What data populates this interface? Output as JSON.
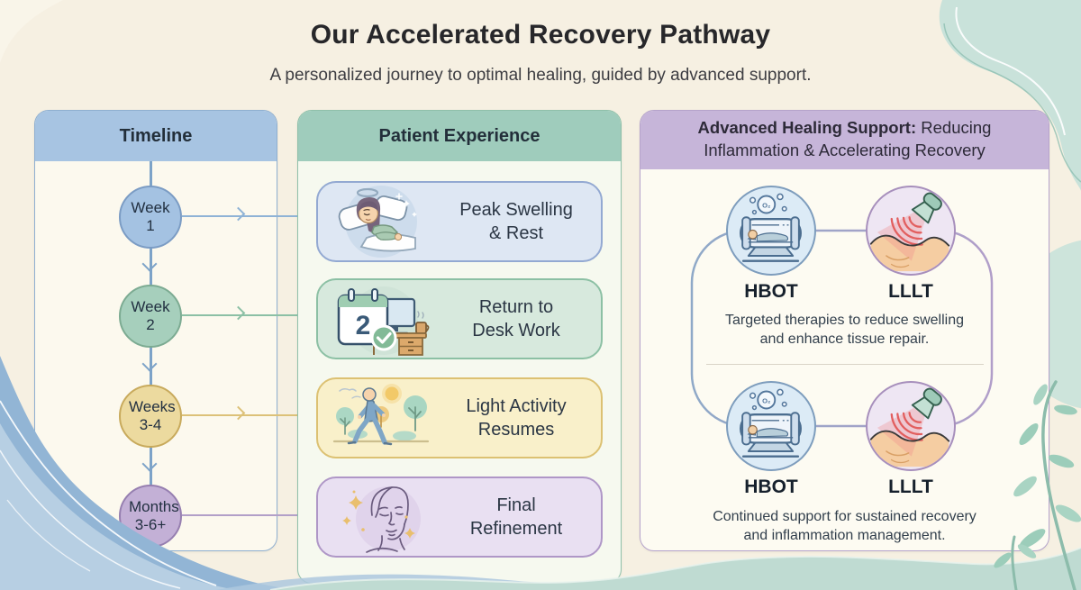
{
  "header": {
    "title": "Our Accelerated Recovery Pathway",
    "subtitle": "A personalized journey to optimal healing, guided by advanced support."
  },
  "timeline": {
    "header": "Timeline",
    "milestones": [
      {
        "label": "Week 1"
      },
      {
        "label": "Week 2"
      },
      {
        "label": "Weeks 3-4"
      },
      {
        "label": "Months 3-6+"
      }
    ]
  },
  "experience": {
    "header": "Patient Experience",
    "cards": [
      {
        "line1": "Peak Swelling",
        "line2": "& Rest",
        "icon": "resting-patient-icon"
      },
      {
        "line1": "Return to",
        "line2": "Desk Work",
        "icon": "calendar-desk-icon"
      },
      {
        "line1": "Light Activity",
        "line2": "Resumes",
        "icon": "walking-outdoors-icon"
      },
      {
        "line1": "Final",
        "line2": "Refinement",
        "icon": "refreshed-face-icon"
      }
    ]
  },
  "support": {
    "header_bold": "Advanced Healing Support:",
    "header_rest": " Reducing Inflammation & Accelerating Recovery",
    "phases": [
      {
        "therapy1": "HBOT",
        "therapy2": "LLLT",
        "desc_line1": "Targeted therapies to reduce swelling",
        "desc_line2": "and enhance tissue repair."
      },
      {
        "therapy1": "HBOT",
        "therapy2": "LLLT",
        "desc_line1": "Continued support for sustained recovery",
        "desc_line2": "and inflammation management."
      }
    ]
  },
  "icons": {
    "o2_label": "O₂",
    "calendar_number": "2"
  },
  "colors": {
    "background": "#f6f0e2",
    "timeline_header": "#a7c4e2",
    "experience_header": "#9fccbc",
    "support_header": "#c6b5d9",
    "milestone_week1": "#a4c2e2",
    "milestone_week2": "#a6cfbc",
    "milestone_weeks34": "#ecda9f",
    "milestone_months36": "#c3b0d6",
    "card_rest": "#dee7f3",
    "card_desk": "#d7e9dd",
    "card_activity": "#f9f0ca",
    "card_refinement": "#e9e0f2",
    "hbot_accent": "#7e9dbd",
    "lllt_accent": "#a78fbc",
    "laser_red": "#e25f5f",
    "wave_blue": "#92b5d5",
    "wave_teal": "#bfdbd2",
    "leaf_green": "#9ccdba"
  }
}
